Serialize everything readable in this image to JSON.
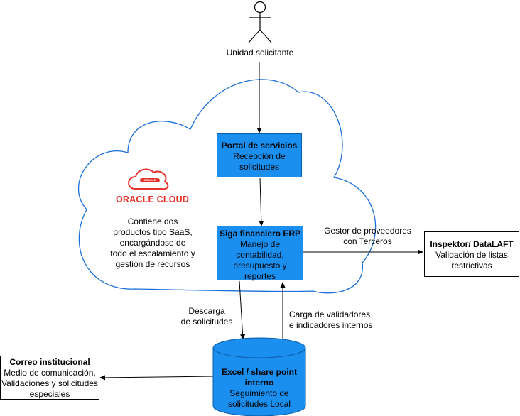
{
  "actor": {
    "label": "Unidad solicitante"
  },
  "cloud": {
    "brand": "ORACLE CLOUD",
    "logo_text": "ORACLE",
    "description": "Contiene dos\nproductos tipo SaaS,\nencargándose de\ntodo el escalamiento y\ngestión de recursos"
  },
  "portal": {
    "title": "Portal de servicios",
    "body": "Recepción de\nsolicitudes"
  },
  "siga": {
    "title": "Siga financiero ERP",
    "body": "Manejo de\ncontabilidad,\npresupuesto y\nreportes"
  },
  "inspektor": {
    "title": "Inspektor/ DataLAFT",
    "body": "Validación de listas\nrestrictivas"
  },
  "correo": {
    "title": "Correo institucional",
    "body": "Medio de comunicación,\nValidaciones y solicitudes\nespeciales"
  },
  "database": {
    "title": "Excel / share point\ninterno",
    "body": "Seguimiento de\nsolicitudes Local"
  },
  "edges": {
    "gestor": "Gestor de proveedores\ncon Terceros",
    "descarga": "Descarga\nde solicitudes",
    "carga": "Carga de validadores\ne indicadores internos"
  },
  "colors": {
    "box_fill": "#1b8ff0",
    "oracle_red": "#e5322a",
    "cloud_stroke": "#1a6fd8"
  }
}
